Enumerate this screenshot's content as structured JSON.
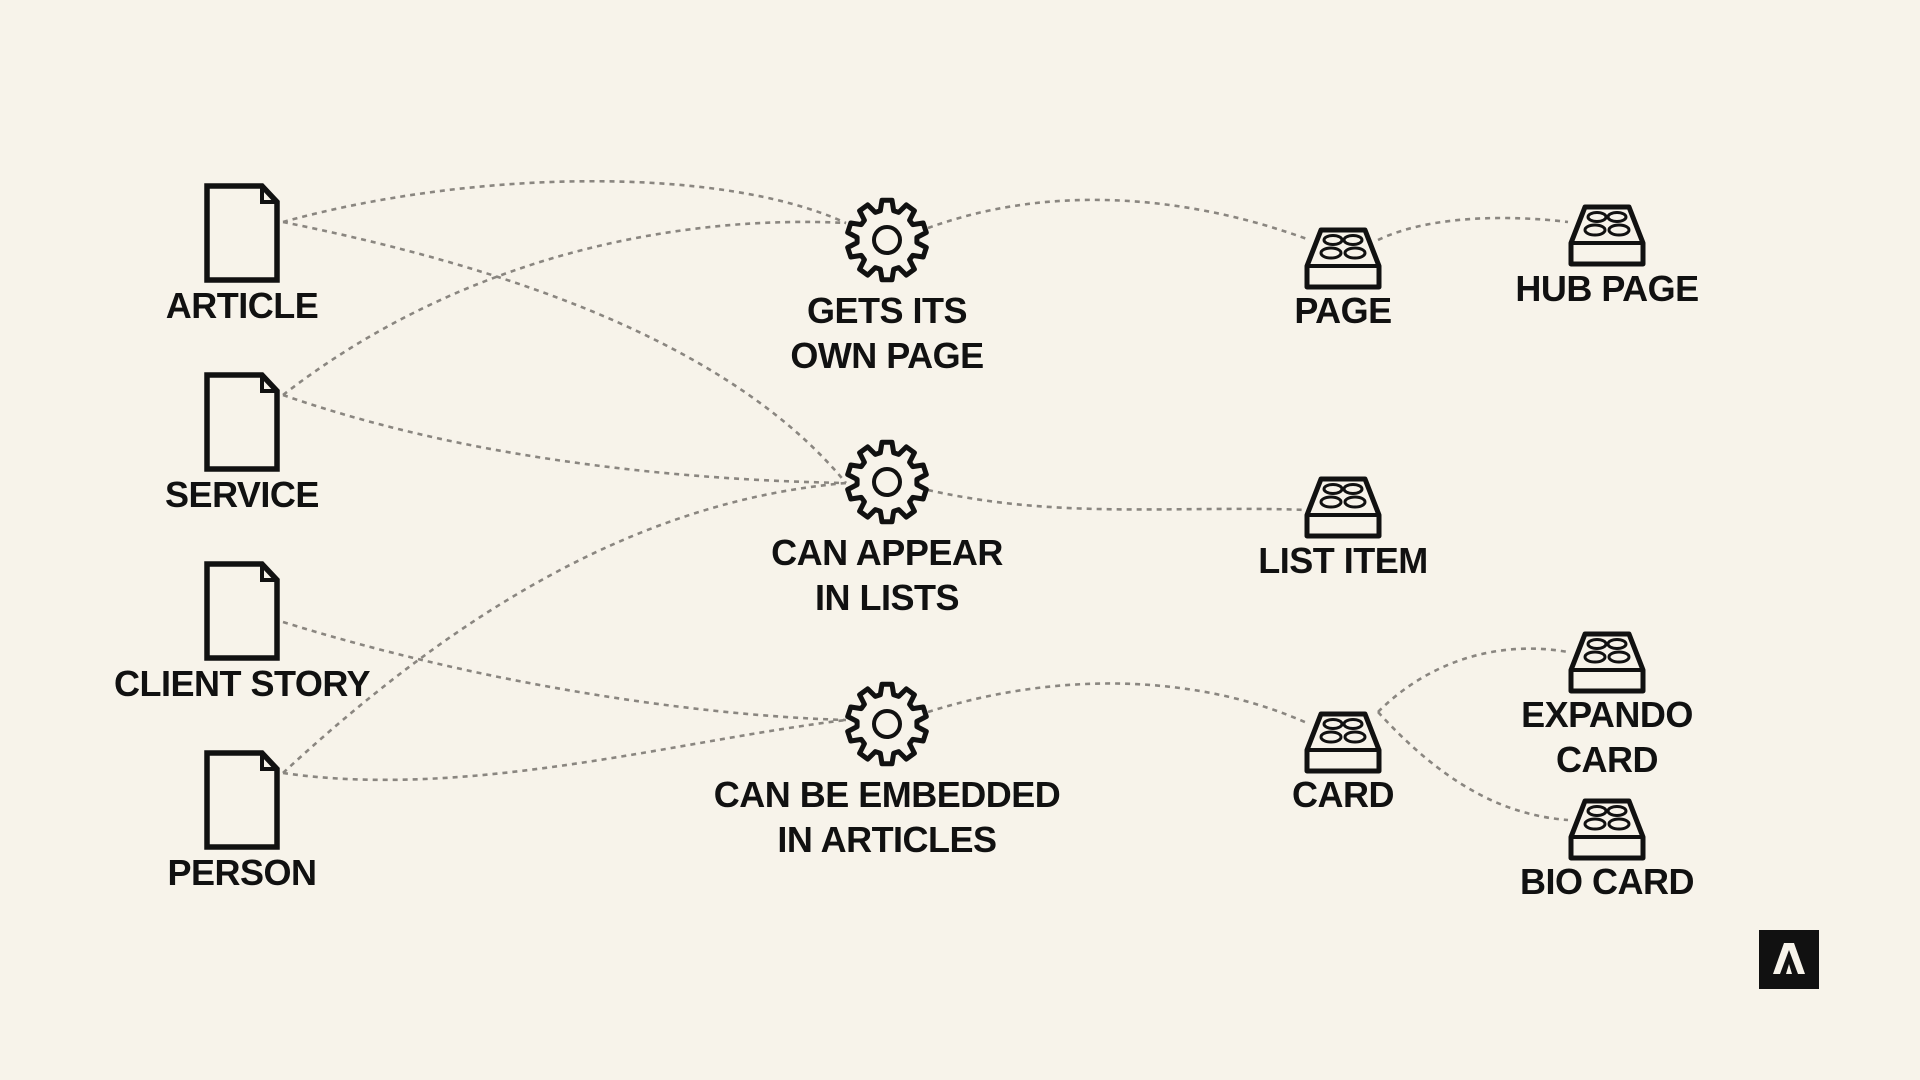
{
  "colors": {
    "background": "#f7f3ea",
    "ink": "#111111",
    "connector": "#8a8680"
  },
  "content_types": [
    {
      "id": "article",
      "icon": "document-icon",
      "lines": [
        "ARTICLE"
      ]
    },
    {
      "id": "service",
      "icon": "document-icon",
      "lines": [
        "SERVICE"
      ]
    },
    {
      "id": "client-story",
      "icon": "document-icon",
      "lines": [
        "CLIENT STORY"
      ]
    },
    {
      "id": "person",
      "icon": "document-icon",
      "lines": [
        "PERSON"
      ]
    }
  ],
  "capabilities": [
    {
      "id": "gets-own-page",
      "icon": "gear-icon",
      "lines": [
        "GETS ITS",
        "OWN PAGE"
      ]
    },
    {
      "id": "appear-in-lists",
      "icon": "gear-icon",
      "lines": [
        "CAN APPEAR",
        "IN LISTS"
      ]
    },
    {
      "id": "embedded-in-articles",
      "icon": "gear-icon",
      "lines": [
        "CAN BE EMBEDDED",
        "IN ARTICLES"
      ]
    }
  ],
  "components": [
    {
      "id": "page",
      "icon": "block-icon",
      "lines": [
        "PAGE"
      ]
    },
    {
      "id": "list-item",
      "icon": "block-icon",
      "lines": [
        "LIST ITEM"
      ]
    },
    {
      "id": "card",
      "icon": "block-icon",
      "lines": [
        "CARD"
      ]
    }
  ],
  "variants": [
    {
      "id": "hub-page",
      "icon": "block-icon",
      "lines": [
        "HUB PAGE"
      ]
    },
    {
      "id": "expando-card",
      "icon": "block-icon",
      "lines": [
        "EXPANDO",
        "CARD"
      ]
    },
    {
      "id": "bio-card",
      "icon": "block-icon",
      "lines": [
        "BIO CARD"
      ]
    }
  ],
  "connections": [
    {
      "from": "article",
      "to": "gets-own-page"
    },
    {
      "from": "article",
      "to": "appear-in-lists"
    },
    {
      "from": "service",
      "to": "gets-own-page"
    },
    {
      "from": "service",
      "to": "appear-in-lists"
    },
    {
      "from": "client-story",
      "to": "embedded-in-articles"
    },
    {
      "from": "person",
      "to": "appear-in-lists"
    },
    {
      "from": "person",
      "to": "embedded-in-articles"
    },
    {
      "from": "gets-own-page",
      "to": "page"
    },
    {
      "from": "appear-in-lists",
      "to": "list-item"
    },
    {
      "from": "embedded-in-articles",
      "to": "card"
    },
    {
      "from": "page",
      "to": "hub-page"
    },
    {
      "from": "card",
      "to": "expando-card"
    },
    {
      "from": "card",
      "to": "bio-card"
    }
  ],
  "logo": {
    "icon": "brand-logo-icon"
  }
}
